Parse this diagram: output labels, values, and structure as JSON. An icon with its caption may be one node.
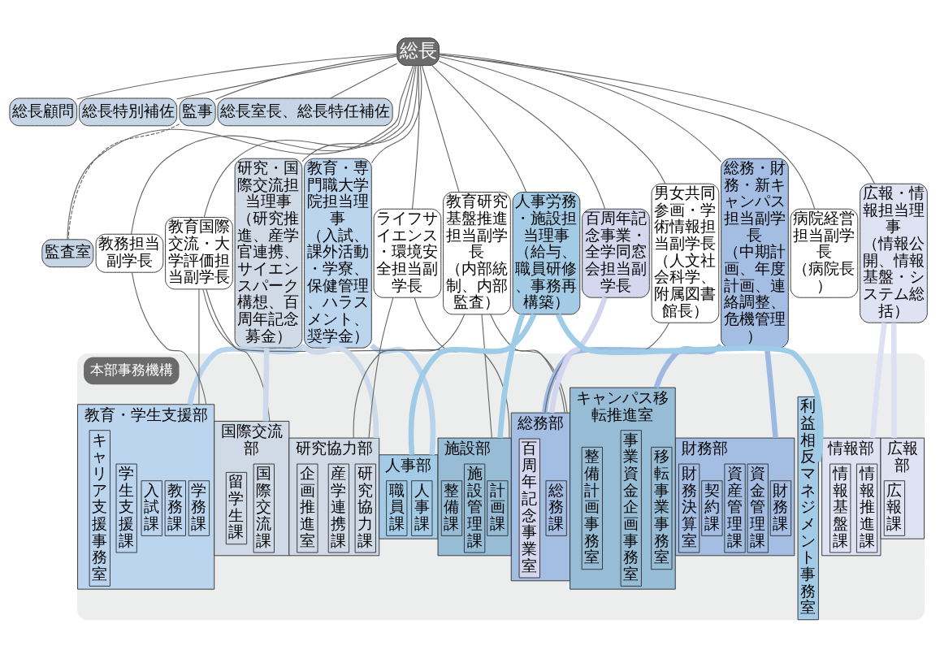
{
  "diagram": {
    "nodes": [
      {
        "text": [
          "総長"
        ]
      },
      {
        "text": [
          "総長顧問"
        ]
      },
      {
        "text": [
          "総長特別補佐"
        ]
      },
      {
        "text": [
          "監事"
        ]
      },
      {
        "text": [
          "総長室長、総長特任補佐"
        ]
      },
      {
        "text": [
          "監査室"
        ]
      },
      {
        "text": [
          "教育・専門職大学院担当理事",
          "（入試、課外活動・学寮、保健管理、ハラスメント、奨学金）"
        ]
      },
      {
        "text": [
          "教務担当副学長"
        ]
      },
      {
        "text": [
          "教育国際交流・大学評価担当副学長"
        ]
      },
      {
        "text": [
          "研究・国際交流担当理事",
          "（研究推進、産学官連携、サイエンスパーク構想、百周年記念募金）"
        ]
      },
      {
        "text": [
          "ライフサイエンス・環境安全担当副学長"
        ]
      },
      {
        "text": [
          "教育研究基盤推進担当副学長",
          "（内部統制、内部監査）"
        ]
      },
      {
        "text": [
          "総務・財務・新キャンパス担当副学長",
          "（中期計画、年度計画、連絡調整、危機管理）"
        ]
      },
      {
        "text": [
          "男女共同参画・学術情報担当副学長",
          "（人文社会科学、附属図書館長）"
        ]
      },
      {
        "text": [
          "百周年記念事業・全学同窓会担当副学長"
        ]
      },
      {
        "text": [
          "人事労務・施設担当理事",
          "（給与、職員研修、事務再構築）"
        ]
      },
      {
        "text": [
          "病院経営担当副学長",
          "（病院長）"
        ]
      },
      {
        "text": [
          "広報・情報担当理事",
          "（情報公開、情報基盤・システム総括）"
        ]
      },
      {
        "text": [
          "本部事務機構"
        ]
      },
      {
        "text": [
          "教育・学生支援部"
        ],
        "in": 18
      },
      {
        "text": [
          "学務課"
        ],
        "in": 19
      },
      {
        "text": [
          "教務課"
        ],
        "in": 19
      },
      {
        "text": [
          "入試課"
        ],
        "in": 19
      },
      {
        "text": [
          "学生支援課"
        ],
        "in": 19
      },
      {
        "text": [
          "キャリア支援事務室"
        ],
        "in": 19
      },
      {
        "text": [
          "国際交流部"
        ],
        "in": 18
      },
      {
        "text": [
          "国際交流課"
        ],
        "in": 25
      },
      {
        "text": [
          "留学生課"
        ],
        "in": 25
      },
      {
        "text": [
          "研究協力部"
        ],
        "in": 18
      },
      {
        "text": [
          "研究協力課"
        ],
        "in": 28
      },
      {
        "text": [
          "産学連携課"
        ],
        "in": 28
      },
      {
        "text": [
          "企画推進室"
        ],
        "in": 28
      },
      {
        "text": [
          "総務部"
        ],
        "in": 18
      },
      {
        "text": [
          "総務課"
        ],
        "in": 32
      },
      {
        "text": [
          "百周年記念事業室"
        ],
        "in": 32
      },
      {
        "text": [
          "財務部"
        ],
        "in": 18
      },
      {
        "text": [
          "財務課"
        ],
        "in": 35
      },
      {
        "text": [
          "資金管理課"
        ],
        "in": 35
      },
      {
        "text": [
          "資産管理課"
        ],
        "in": 35
      },
      {
        "text": [
          "契約課"
        ],
        "in": 35
      },
      {
        "text": [
          "財務決算室"
        ],
        "in": 35
      },
      {
        "text": [
          "人事部"
        ],
        "in": 18
      },
      {
        "text": [
          "人事課"
        ],
        "in": 41
      },
      {
        "text": [
          "職員課"
        ],
        "in": 41
      },
      {
        "text": [
          "利益相反マネジメント事務室"
        ],
        "in": 18
      },
      {
        "text": [
          "施設部"
        ],
        "in": 18
      },
      {
        "text": [
          "計画課"
        ],
        "in": 45
      },
      {
        "text": [
          "施設管理課"
        ],
        "in": 45
      },
      {
        "text": [
          "整備課"
        ],
        "in": 45
      },
      {
        "text": [
          "キャンパス移転推進室"
        ],
        "in": 18
      },
      {
        "text": [
          "移転事業事務室"
        ],
        "in": 49
      },
      {
        "text": [
          "事業資金企画事務室"
        ],
        "in": 49
      },
      {
        "text": [
          "整備計画事務室"
        ],
        "in": 49
      },
      {
        "text": [
          "情報部"
        ],
        "in": 18
      },
      {
        "text": [
          "情報推進課"
        ],
        "in": 53
      },
      {
        "text": [
          "情報基盤課"
        ],
        "in": 53
      },
      {
        "text": [
          "広報部"
        ],
        "in": 18
      },
      {
        "text": [
          "広報課"
        ],
        "in": 56
      }
    ],
    "edges": [
      {
        "from": 0,
        "to": 1,
        "arrow": "none"
      },
      {
        "from": 0,
        "to": 2,
        "arrow": "none"
      },
      {
        "from": 0,
        "to": 3,
        "arrow": "none"
      },
      {
        "from": 0,
        "to": 4,
        "arrow": "none"
      },
      {
        "from": 0,
        "to": 5,
        "arrow": "none"
      },
      {
        "from": 3,
        "to": 5,
        "arrow": "none",
        "style": "dashed"
      },
      {
        "from": 0,
        "to": 6,
        "arrow": "none"
      },
      {
        "from": 0,
        "to": 7,
        "arrow": "none"
      },
      {
        "from": 0,
        "to": 8,
        "arrow": "none"
      },
      {
        "from": 0,
        "to": 9,
        "arrow": "none"
      },
      {
        "from": 0,
        "to": 10,
        "arrow": "none"
      },
      {
        "from": 0,
        "to": 11,
        "arrow": "none"
      },
      {
        "from": 0,
        "to": 12,
        "arrow": "none"
      },
      {
        "from": 0,
        "to": 13,
        "arrow": "none"
      },
      {
        "from": 0,
        "to": 14,
        "arrow": "none"
      },
      {
        "from": 0,
        "to": 15,
        "arrow": "none"
      },
      {
        "from": 0,
        "to": 16,
        "arrow": "none"
      },
      {
        "from": 0,
        "to": 17,
        "arrow": "none"
      },
      {
        "from": 6,
        "to": 19,
        "arrow": "none",
        "style": "thick",
        "color": "#b8d3ee"
      },
      {
        "from": 6,
        "to": 41,
        "arrow": "none",
        "style": "thick",
        "color": "#b8d3ee"
      },
      {
        "from": 7,
        "to": 19,
        "arrow": "none"
      },
      {
        "from": 8,
        "to": 19,
        "arrow": "none"
      },
      {
        "from": 8,
        "to": 25,
        "arrow": "none"
      },
      {
        "from": 8,
        "to": 32,
        "arrow": "none"
      },
      {
        "from": 9,
        "to": 25,
        "arrow": "none",
        "style": "thick",
        "color": "#cbd9e8"
      },
      {
        "from": 9,
        "to": 28,
        "arrow": "none",
        "style": "thick",
        "color": "#cbd9e8"
      },
      {
        "from": 10,
        "to": 28,
        "arrow": "none"
      },
      {
        "from": 10,
        "to": 45,
        "arrow": "none"
      },
      {
        "from": 11,
        "to": 28,
        "arrow": "none"
      },
      {
        "from": 11,
        "to": 32,
        "arrow": "none"
      },
      {
        "from": 11,
        "to": 45,
        "arrow": "none"
      },
      {
        "from": 12,
        "to": 32,
        "arrow": "none",
        "style": "thick",
        "color": "#9db9e3"
      },
      {
        "from": 12,
        "to": 35,
        "arrow": "none",
        "style": "thick",
        "color": "#9db9e3"
      },
      {
        "from": 12,
        "to": 49,
        "arrow": "none",
        "style": "thick",
        "color": "#9db9e3"
      },
      {
        "from": 13,
        "to": 32,
        "arrow": "none"
      },
      {
        "from": 14,
        "to": 32,
        "arrow": "none",
        "style": "thick",
        "color": "#d3d5ef"
      },
      {
        "from": 15,
        "to": 41,
        "arrow": "none",
        "style": "thick",
        "color": "#9ecbe6"
      },
      {
        "from": 15,
        "to": 44,
        "arrow": "none",
        "style": "thick",
        "color": "#9ecbe6"
      },
      {
        "from": 15,
        "to": 45,
        "arrow": "none",
        "style": "thick",
        "color": "#9ecbe6"
      },
      {
        "from": 17,
        "to": 53,
        "arrow": "none",
        "style": "thick",
        "color": "#dde0f3"
      },
      {
        "from": 17,
        "to": 56,
        "arrow": "none",
        "style": "thick",
        "color": "#dde0f3"
      }
    ]
  }
}
